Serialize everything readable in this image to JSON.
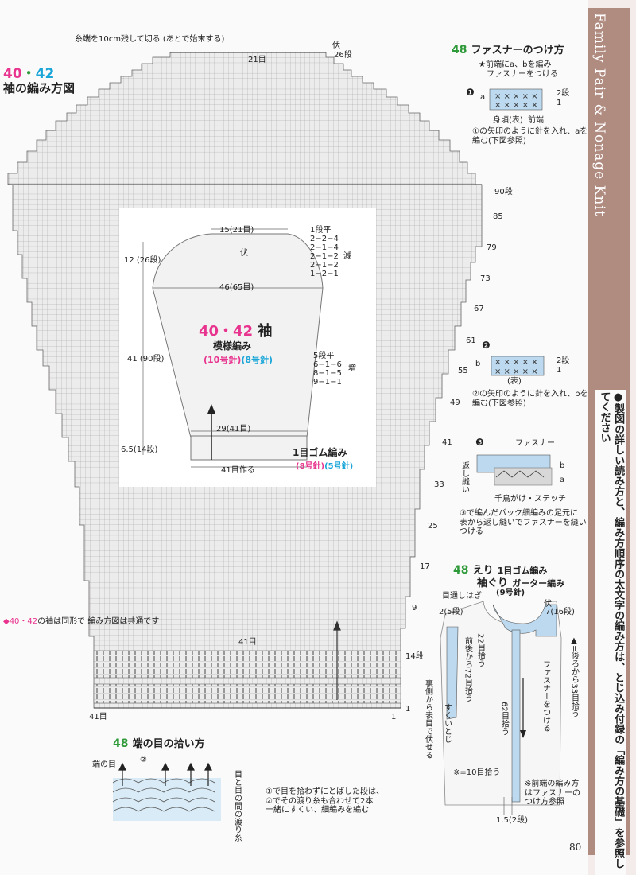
{
  "sidebar": {
    "magazine": "Family Pair & Nonage Knit",
    "note": "●製図の詳しい読み方と、編み方順序の太文字の編み方は、とじ込み付録の「編み方の基礎」を参照してください",
    "page": "80"
  },
  "chart": {
    "title_num_a": "40",
    "title_dot": "・",
    "title_num_b": "42",
    "title_text": "袖の編み方図",
    "top_note": "糸端を10cm残して切る\n(あとで始末する)",
    "fu_label": "伏",
    "top_count": "21目",
    "row_top": "26段",
    "rows_right": [
      "90段",
      "85",
      "79",
      "73",
      "67",
      "61",
      "55",
      "49",
      "41",
      "33",
      "25",
      "17",
      "9",
      "14段",
      "1"
    ],
    "bottom_rib": "41目",
    "bottom_left": "41目",
    "bottom_right": "1",
    "common_note_a": "◆40・42",
    "common_note_b": "の袖は同形で\n編み方図は共通です"
  },
  "sleeve": {
    "top": "15(21目)",
    "fu": "伏",
    "dec_rows": [
      "1段平",
      "2−2−4",
      "2−1−4",
      "2−1−2",
      "2−1−2",
      "1−2−1"
    ],
    "dec_label": "減",
    "height_top": "12\n(26段)",
    "width_mid": "46(65目)",
    "height_mid": "41\n(90段)",
    "name_nums": "40・42",
    "name_word": "袖",
    "pattern": "模様編み",
    "needle_a": "(10号針)",
    "needle_b": "(8号針)",
    "inc_rows": [
      "5段平",
      "6−1−6",
      "8−1−5",
      "9−1−1"
    ],
    "inc_label": "増",
    "cuff_width": "29(41目)",
    "cuff_height": "6.5(14段)",
    "rib": "1目ゴム編み",
    "rib_needle_a": "(8号針)",
    "rib_needle_b": "(5号針)",
    "cast_on": "41目作る"
  },
  "zipper": {
    "num": "48",
    "title": "ファスナーのつけ方",
    "sub": "★前端にa、bを編み\n　ファスナーをつける",
    "step1_marks": [
      "a",
      "2段",
      "1"
    ],
    "step1_labels": [
      "身頃(表)",
      "前端"
    ],
    "step1_note": "①の矢印のように針を入れ、aを\n編む(下図参照)",
    "step2_marks": [
      "b",
      "2段",
      "1"
    ],
    "step2_label": "(表)",
    "step2_note": "②の矢印のように針を入れ、bを\n編む(下図参照)",
    "step3_labels": [
      "ファスナー",
      "返し縫い",
      "b",
      "a",
      "千鳥がけ・ステッチ"
    ],
    "step3_note": "③で編んだバック細編みの足元に\n表から返し縫いでファスナーを縫い\nつける",
    "step_nums": [
      "❶",
      "❷",
      "❸"
    ]
  },
  "collar": {
    "num": "48",
    "title_a": "えり",
    "title_a2": "1目ゴム編み",
    "title_b": "袖ぐり",
    "title_b2": "ガーター編み",
    "needle": "(9号針)",
    "fu": "伏",
    "labels": [
      "目通しはぎ",
      "2(5段)",
      "7(16段)",
      "22目拾う",
      "前後から72目拾う",
      "ファスナーをつける",
      "62目拾う",
      "裏側から表目で伏せる",
      "すくいとじ",
      "※=10目拾う",
      "1.5(2段)"
    ],
    "triangle_note": "▲=後ろから33目拾う",
    "front_note": "※前端の編み方\nはファスナーの\nつけ方参照"
  },
  "pickup": {
    "num": "48",
    "title": "端の目の拾い方",
    "edge": "端の目",
    "circle": "②",
    "side": "目と目の間の渡り糸",
    "note": "①で目を拾わずにとばした段は、\n②でその渡り糸も合わせて2本\n一緒にすくい、細編みを編む"
  }
}
